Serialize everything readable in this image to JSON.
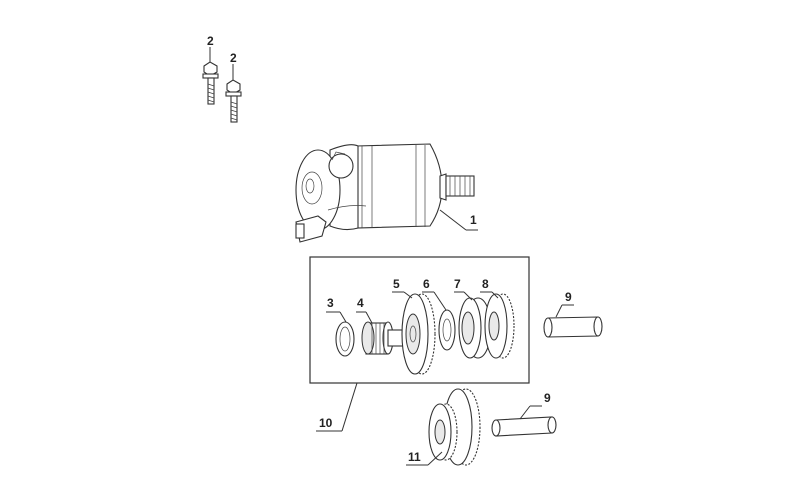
{
  "callouts": [
    {
      "id": "bolt-a",
      "text": "2"
    },
    {
      "id": "bolt-b",
      "text": "2"
    },
    {
      "id": "starter-motor",
      "text": "1"
    },
    {
      "id": "circlip",
      "text": "3"
    },
    {
      "id": "pinion",
      "text": "4"
    },
    {
      "id": "idle-gear",
      "text": "5"
    },
    {
      "id": "washer",
      "text": "6"
    },
    {
      "id": "one-way-clutch",
      "text": "7"
    },
    {
      "id": "clutch-gear",
      "text": "8"
    },
    {
      "id": "shaft-upper",
      "text": "9"
    },
    {
      "id": "gear-assembly",
      "text": "10"
    },
    {
      "id": "shaft-lower",
      "text": "9"
    },
    {
      "id": "double-gear",
      "text": "11"
    }
  ]
}
